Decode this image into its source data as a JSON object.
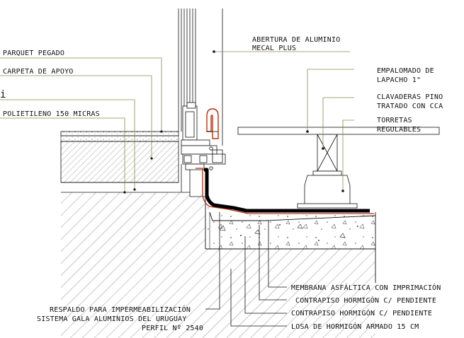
{
  "labels": {
    "parquet": "PARQUET PEGADO",
    "carpeta": "CARPETA DE APOYO",
    "partial_char": "i",
    "polietileno": "POLIETILENO 150 MICRAS",
    "abertura_1": "ABERTURA DE ALUMINIO",
    "abertura_2": "MECAL PLUS",
    "empalomado_1": "EMPALOMADO DE",
    "empalomado_2": "LAPACHO 1\"",
    "clavaderas_1": "CLAVADERAS PINO",
    "clavaderas_2": "TRATADO CON CCA",
    "torretas_1": "TORRETAS",
    "torretas_2": "REGULABLES",
    "membrana": "MEMBRANA ASFÁLTICA CON IMPRIMACIÓN",
    "contrapiso_1": "CONTRAPISO HORMIGÓN C/ PENDIENTE",
    "contrapiso_2": "CONTRAPISO HORMIGÓN C/ PENDIENTE",
    "losa": "LOSA DE HORMIGÓN ARMADO 15 CM",
    "respaldo_1": "RESPALDO PARA IMPERMEABILIZACIÓN",
    "respaldo_2": "SISTEMA GALA ALUMINIOS DEL URUGUAY",
    "respaldo_3": "PERFIL Nº 2540"
  },
  "colors": {
    "line": "#111111",
    "leader": "#8a8a50",
    "membrane": "#000000",
    "profile": "#b83010",
    "hatch": "#777777",
    "background": "#ffffff"
  }
}
